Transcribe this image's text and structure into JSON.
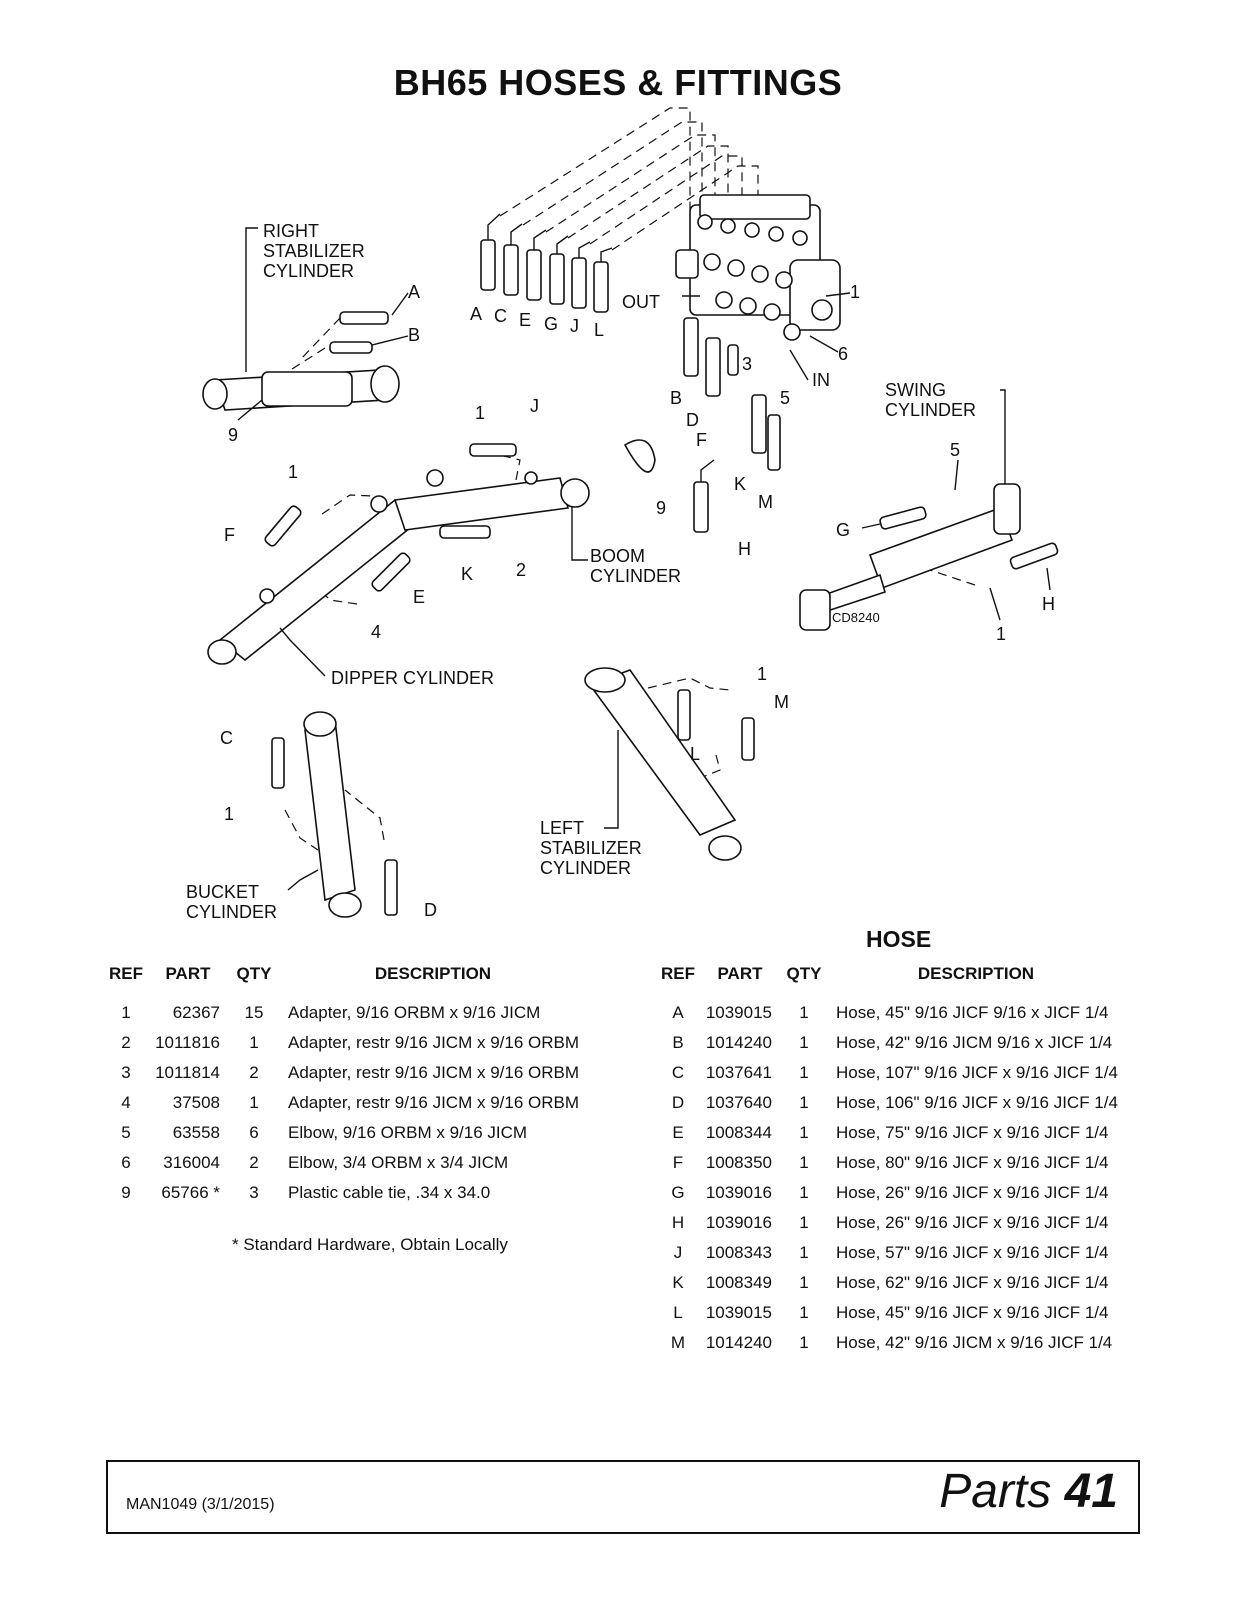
{
  "page": {
    "title": "BH65 HOSES & FITTINGS"
  },
  "diagram": {
    "labels": {
      "right_stabilizer": [
        "RIGHT",
        "STABILIZER",
        "CYLINDER"
      ],
      "swing": [
        "SWING",
        "CYLINDER"
      ],
      "boom": [
        "BOOM",
        "CYLINDER"
      ],
      "dipper": "DIPPER CYLINDER",
      "bucket": [
        "BUCKET",
        "CYLINDER"
      ],
      "left_stabilizer": [
        "LEFT",
        "STABILIZER",
        "CYLINDER"
      ],
      "out": "OUT",
      "in": "IN",
      "drawing_code": "CD8240"
    },
    "callouts": {
      "A": "A",
      "B": "B",
      "C": "C",
      "D": "D",
      "E": "E",
      "F": "F",
      "G": "G",
      "H": "H",
      "J": "J",
      "K": "K",
      "L": "L",
      "M": "M",
      "n1": "1",
      "n2": "2",
      "n3": "3",
      "n4": "4",
      "n5": "5",
      "n6": "6",
      "n9": "9"
    }
  },
  "parts_table": {
    "headers": [
      "REF",
      "PART",
      "QTY",
      "DESCRIPTION"
    ],
    "rows": [
      {
        "ref": "1",
        "part": "62367",
        "qty": "15",
        "desc": "Adapter, 9/16 ORBM x 9/16 JICM"
      },
      {
        "ref": "2",
        "part": "1011816",
        "qty": "1",
        "desc": "Adapter, restr 9/16 JICM x 9/16 ORBM"
      },
      {
        "ref": "3",
        "part": "1011814",
        "qty": "2",
        "desc": "Adapter, restr 9/16 JICM x 9/16 ORBM"
      },
      {
        "ref": "4",
        "part": "37508",
        "qty": "1",
        "desc": "Adapter, restr 9/16 JICM x 9/16 ORBM"
      },
      {
        "ref": "5",
        "part": "63558",
        "qty": "6",
        "desc": "Elbow, 9/16 ORBM x 9/16 JICM"
      },
      {
        "ref": "6",
        "part": "316004",
        "qty": "2",
        "desc": "Elbow, 3/4 ORBM x 3/4 JICM"
      },
      {
        "ref": "9",
        "part": "65766 *",
        "qty": "3",
        "desc": "Plastic cable tie, .34 x 34.0"
      }
    ],
    "footnote": "* Standard Hardware, Obtain Locally"
  },
  "hose_table": {
    "title": "HOSE",
    "headers": [
      "REF",
      "PART",
      "QTY",
      "DESCRIPTION"
    ],
    "rows": [
      {
        "ref": "A",
        "part": "1039015",
        "qty": "1",
        "desc": "Hose, 45\" 9/16 JICF 9/16 x JICF 1/4"
      },
      {
        "ref": "B",
        "part": "1014240",
        "qty": "1",
        "desc": "Hose, 42\" 9/16 JICM 9/16 x JICF 1/4"
      },
      {
        "ref": "C",
        "part": "1037641",
        "qty": "1",
        "desc": "Hose, 107\" 9/16 JICF x 9/16 JICF 1/4"
      },
      {
        "ref": "D",
        "part": "1037640",
        "qty": "1",
        "desc": "Hose, 106\" 9/16 JICF x 9/16 JICF 1/4"
      },
      {
        "ref": "E",
        "part": "1008344",
        "qty": "1",
        "desc": "Hose, 75\" 9/16 JICF x 9/16 JICF 1/4"
      },
      {
        "ref": "F",
        "part": "1008350",
        "qty": "1",
        "desc": "Hose, 80\" 9/16 JICF x 9/16 JICF 1/4"
      },
      {
        "ref": "G",
        "part": "1039016",
        "qty": "1",
        "desc": "Hose, 26\" 9/16 JICF x 9/16 JICF 1/4"
      },
      {
        "ref": "H",
        "part": "1039016",
        "qty": "1",
        "desc": "Hose, 26\" 9/16 JICF x 9/16 JICF 1/4"
      },
      {
        "ref": "J",
        "part": "1008343",
        "qty": "1",
        "desc": "Hose, 57\" 9/16 JICF x 9/16 JICF 1/4"
      },
      {
        "ref": "K",
        "part": "1008349",
        "qty": "1",
        "desc": "Hose, 62\" 9/16 JICF x 9/16 JICF 1/4"
      },
      {
        "ref": "L",
        "part": "1039015",
        "qty": "1",
        "desc": "Hose, 45\" 9/16 JICF x 9/16 JICF 1/4"
      },
      {
        "ref": "M",
        "part": "1014240",
        "qty": "1",
        "desc": "Hose, 42\" 9/16 JICM x 9/16 JICF 1/4"
      }
    ]
  },
  "footer": {
    "doc_id": "MAN1049 (3/1/2015)",
    "section": "Parts",
    "page_number": "41"
  }
}
